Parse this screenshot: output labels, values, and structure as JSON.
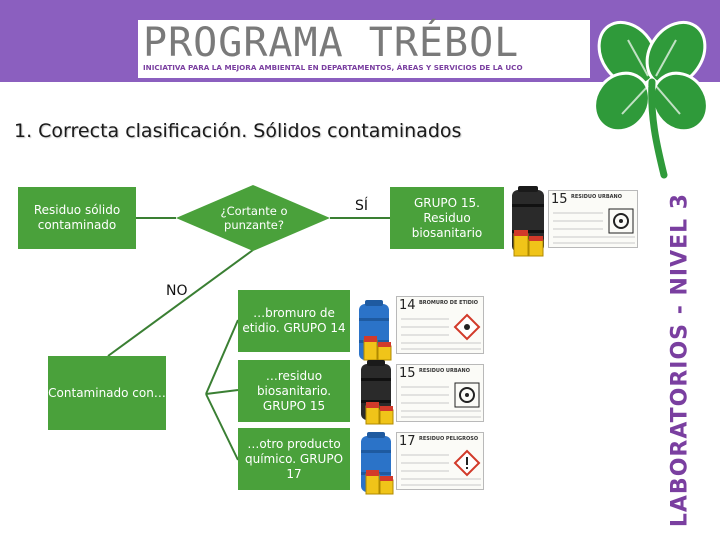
{
  "header": {
    "brand": "PROGRAMA TRÉBOL",
    "tagline": "INICIATIVA PARA LA MEJORA AMBIENTAL EN DEPARTAMENTOS, ÁREAS Y SERVICIOS DE LA UCO",
    "side_label": "LABORATORIOS - NIVEL 3"
  },
  "slide": {
    "title": "1.  Correcta clasificación. Sólidos contaminados"
  },
  "flow": {
    "start_box": "Residuo sólido contaminado",
    "decision": "¿Cortante o punzante?",
    "yes_label": "SÍ",
    "no_label": "NO",
    "yes_box": "GRUPO 15. Residuo biosanitario",
    "contaminated_box": "Contaminado con…",
    "options": [
      {
        "text": "…bromuro de etidio. GRUPO 14"
      },
      {
        "text": "…residuo biosanitario. GRUPO 15"
      },
      {
        "text": "…otro producto químico. GRUPO 17"
      }
    ]
  },
  "labels": [
    {
      "number": "15",
      "header": "RESIDUO URBANO"
    },
    {
      "number": "14",
      "header": "BROMURO DE ETIDIO"
    },
    {
      "number": "15",
      "header": "RESIDUO URBANO"
    },
    {
      "number": "17",
      "header": "RESIDUO PELIGROSO"
    }
  ],
  "colors": {
    "header_purple": "#8b5fbf",
    "box_green": "#4aa13b",
    "clover_green": "#2f9a3a",
    "drum_blue": "#2b73c8",
    "drum_black": "#2a2a2a",
    "bin_yellow": "#f0c419"
  }
}
